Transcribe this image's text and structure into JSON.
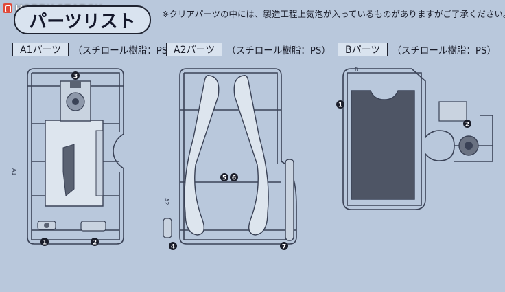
{
  "logo": {
    "text": "HOBBY SEARCH"
  },
  "title": "パーツリスト",
  "note": "※クリアパーツの中には、製造工程上気泡が入っているものがありますがご了承ください。",
  "sections": [
    {
      "box": "A1パーツ",
      "material": "（スチロール樹脂：PS）"
    },
    {
      "box": "A2パーツ",
      "material": "（スチロール樹脂：PS）"
    },
    {
      "box": "Bパーツ",
      "material": "（スチロール樹脂：PS）"
    }
  ],
  "part_numbers": {
    "n1a": "1",
    "n2a": "2",
    "n3": "3",
    "n4": "4",
    "n5": "5",
    "n6": "6",
    "n7": "7",
    "n1b": "1",
    "n2b": "2"
  },
  "runner_tags": {
    "a1": "A1",
    "a2": "A2",
    "b": "B"
  },
  "colors": {
    "background": "#b9c8dc",
    "line": "#3a4256",
    "part_fill": "#dde5ee",
    "clear_part": "#4e5565"
  }
}
